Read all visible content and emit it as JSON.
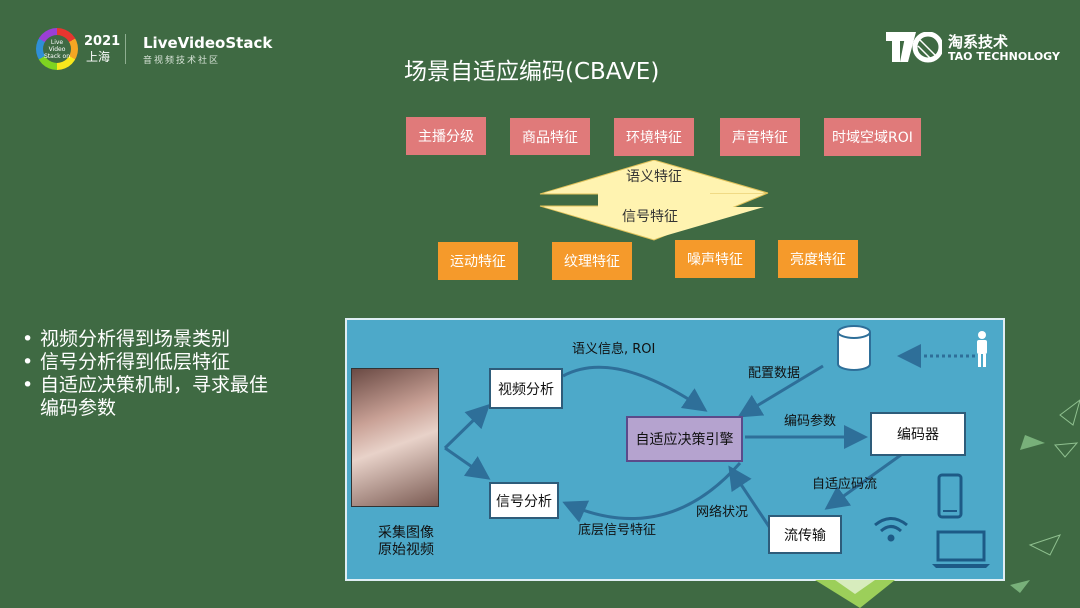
{
  "header": {
    "event_year": "2021",
    "event_city": "上海",
    "event_logo_text": "Live Video Stack on",
    "brand_name": "LiveVideoStack",
    "brand_subtitle": "音视频技术社区",
    "title": "场景自适应编码(CBAVE)",
    "company_cn": "淘系技术",
    "company_en": "TAO TECHNOLOGY"
  },
  "semantic_features": [
    "主播分级",
    "商品特征",
    "环境特征",
    "声音特征",
    "时域空域ROI"
  ],
  "arrow_labels": {
    "top": "语义特征",
    "bottom": "信号特征"
  },
  "signal_features": [
    "运动特征",
    "纹理特征",
    "噪声特征",
    "亮度特征"
  ],
  "bullets": [
    "视频分析得到场景类别",
    "信号分析得到低层特征",
    "自适应决策机制，寻求最佳编码参数"
  ],
  "diagram": {
    "video_analysis": "视频分析",
    "signal_analysis": "信号分析",
    "engine": "自适应决策引擎",
    "encoder": "编码器",
    "streaming": "流传输",
    "capture_label": "采集图像\n原始视频",
    "semantic_info": "语义信息, ROI",
    "config_data": "配置数据",
    "encode_params": "编码参数",
    "adaptive_stream": "自适应码流",
    "network_status": "网络状况",
    "low_level_features": "底层信号特征"
  },
  "colors": {
    "background": "#3f6a43",
    "semantic_box": "#e07a7a",
    "signal_box": "#f59a2b",
    "panel": "#4da9c9",
    "engine_box": "#b5a3cf",
    "arrow_fill": "#fff3b0"
  }
}
